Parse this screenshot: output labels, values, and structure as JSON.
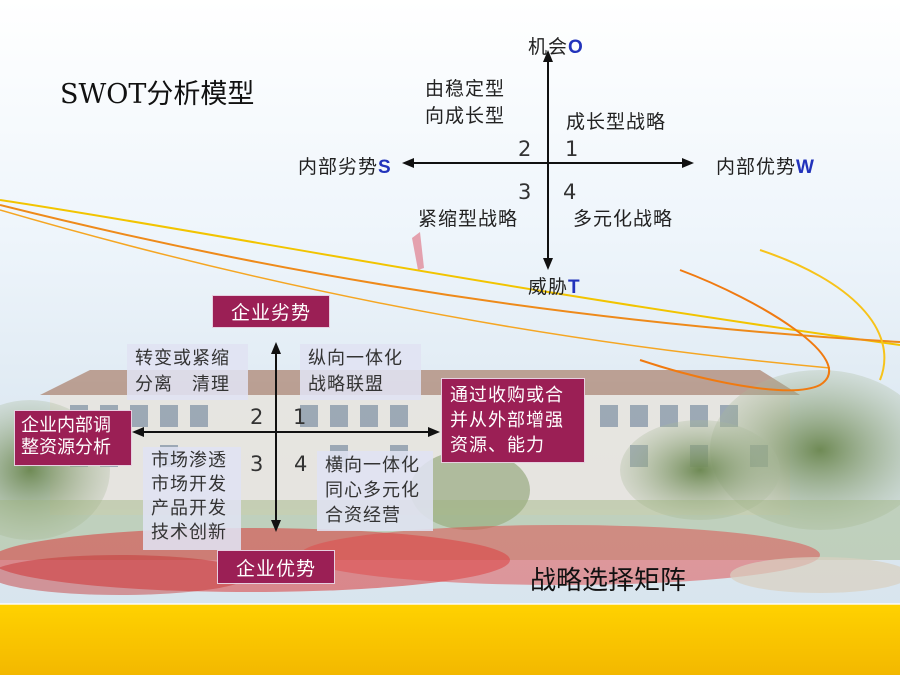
{
  "page": {
    "title": "SWOT分析模型",
    "subtitle": "战略选择矩阵"
  },
  "swot": {
    "top": "机会",
    "top_mark": "O",
    "bottom": "威胁",
    "bottom_mark": "T",
    "left": "内部劣势",
    "left_mark": "S",
    "right": "内部优势",
    "right_mark": "W",
    "q_upper_left_l1": "由稳定型",
    "q_upper_left_l2": "向成长型",
    "q_upper_right": "成长型战略",
    "q_lower_left": "紧缩型战略",
    "q_lower_right": "多元化战略",
    "n1": "1",
    "n2": "2",
    "n3": "3",
    "n4": "4"
  },
  "matrix": {
    "top_label": "企业劣势",
    "bottom_label": "企业优势",
    "left_label_l1": "企业内部调",
    "left_label_l2": "整资源分析",
    "right_label_l1": "通过收购或合",
    "right_label_l2": "并从外部增强",
    "right_label_l3": "资源、能力",
    "q2_l1": "转变或紧缩",
    "q2_l2": "分离　清理",
    "q1_l1": "纵向一体化",
    "q1_l2": "战略联盟",
    "q3_l1": "市场渗透",
    "q3_l2": "市场开发",
    "q3_l3": "产品开发",
    "q3_l4": "技术创新",
    "q4_l1": "横向一体化",
    "q4_l2": "同心多元化",
    "q4_l3": "合资经营",
    "n1": "1",
    "n2": "2",
    "n3": "3",
    "n4": "4"
  },
  "colors": {
    "sky": "#eaf2f8",
    "tag_bg": "#9b1f55",
    "quad_box_bg": "#e0e2f2",
    "swot_mark": "#2233bb",
    "orange_curve": "#f08c1e",
    "yellow_band": "#f5c800",
    "flowers": "#d83a3a"
  }
}
